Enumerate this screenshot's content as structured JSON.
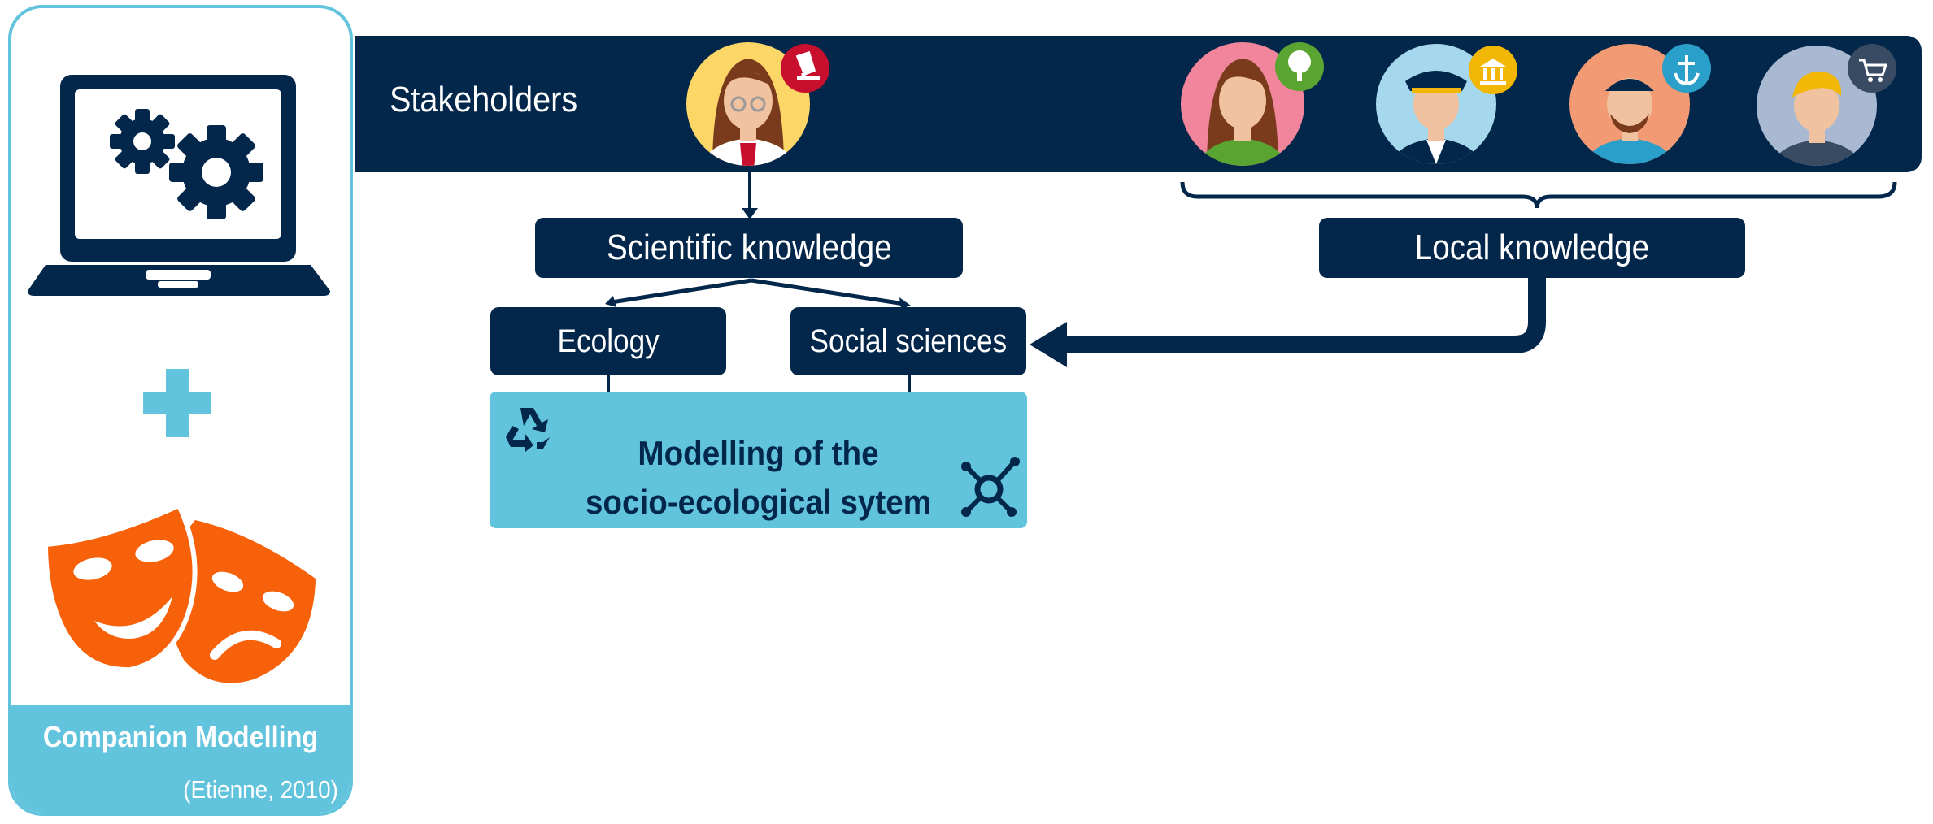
{
  "companion": {
    "title": "Companion Modelling",
    "citation": "(Etienne, 2010)",
    "icons": [
      "laptop-gears-icon",
      "plus-icon",
      "theatre-masks-icon"
    ]
  },
  "stakeholders": {
    "label": "Stakeholders",
    "avatars": [
      {
        "role": "scientist",
        "badge": "microscope-icon",
        "bg": "#fcd667",
        "badge_color": "#c8102e"
      },
      {
        "role": "environmentalist",
        "badge": "tree-icon",
        "bg": "#f0859c",
        "badge_color": "#5aa532"
      },
      {
        "role": "officer",
        "badge": "institution-icon",
        "bg": "#a5d8ec",
        "badge_color": "#f2b705"
      },
      {
        "role": "fisher",
        "badge": "anchor-icon",
        "bg": "#f19a73",
        "badge_color": "#2a9fc9"
      },
      {
        "role": "consumer",
        "badge": "cart-icon",
        "bg": "#a9b9d2",
        "badge_color": "#394a63"
      }
    ]
  },
  "knowledge": {
    "scientific": "Scientific knowledge",
    "local": "Local knowledge",
    "ecology": "Ecology",
    "social": "Social sciences"
  },
  "model": {
    "line1": "Modelling of the",
    "line2": "socio-ecological sytem",
    "icons": [
      "recycle-icon",
      "network-icon"
    ]
  },
  "colors": {
    "navy": "#03274b",
    "light_blue": "#62c3dd",
    "orange": "#f6610a",
    "white": "#ffffff"
  }
}
